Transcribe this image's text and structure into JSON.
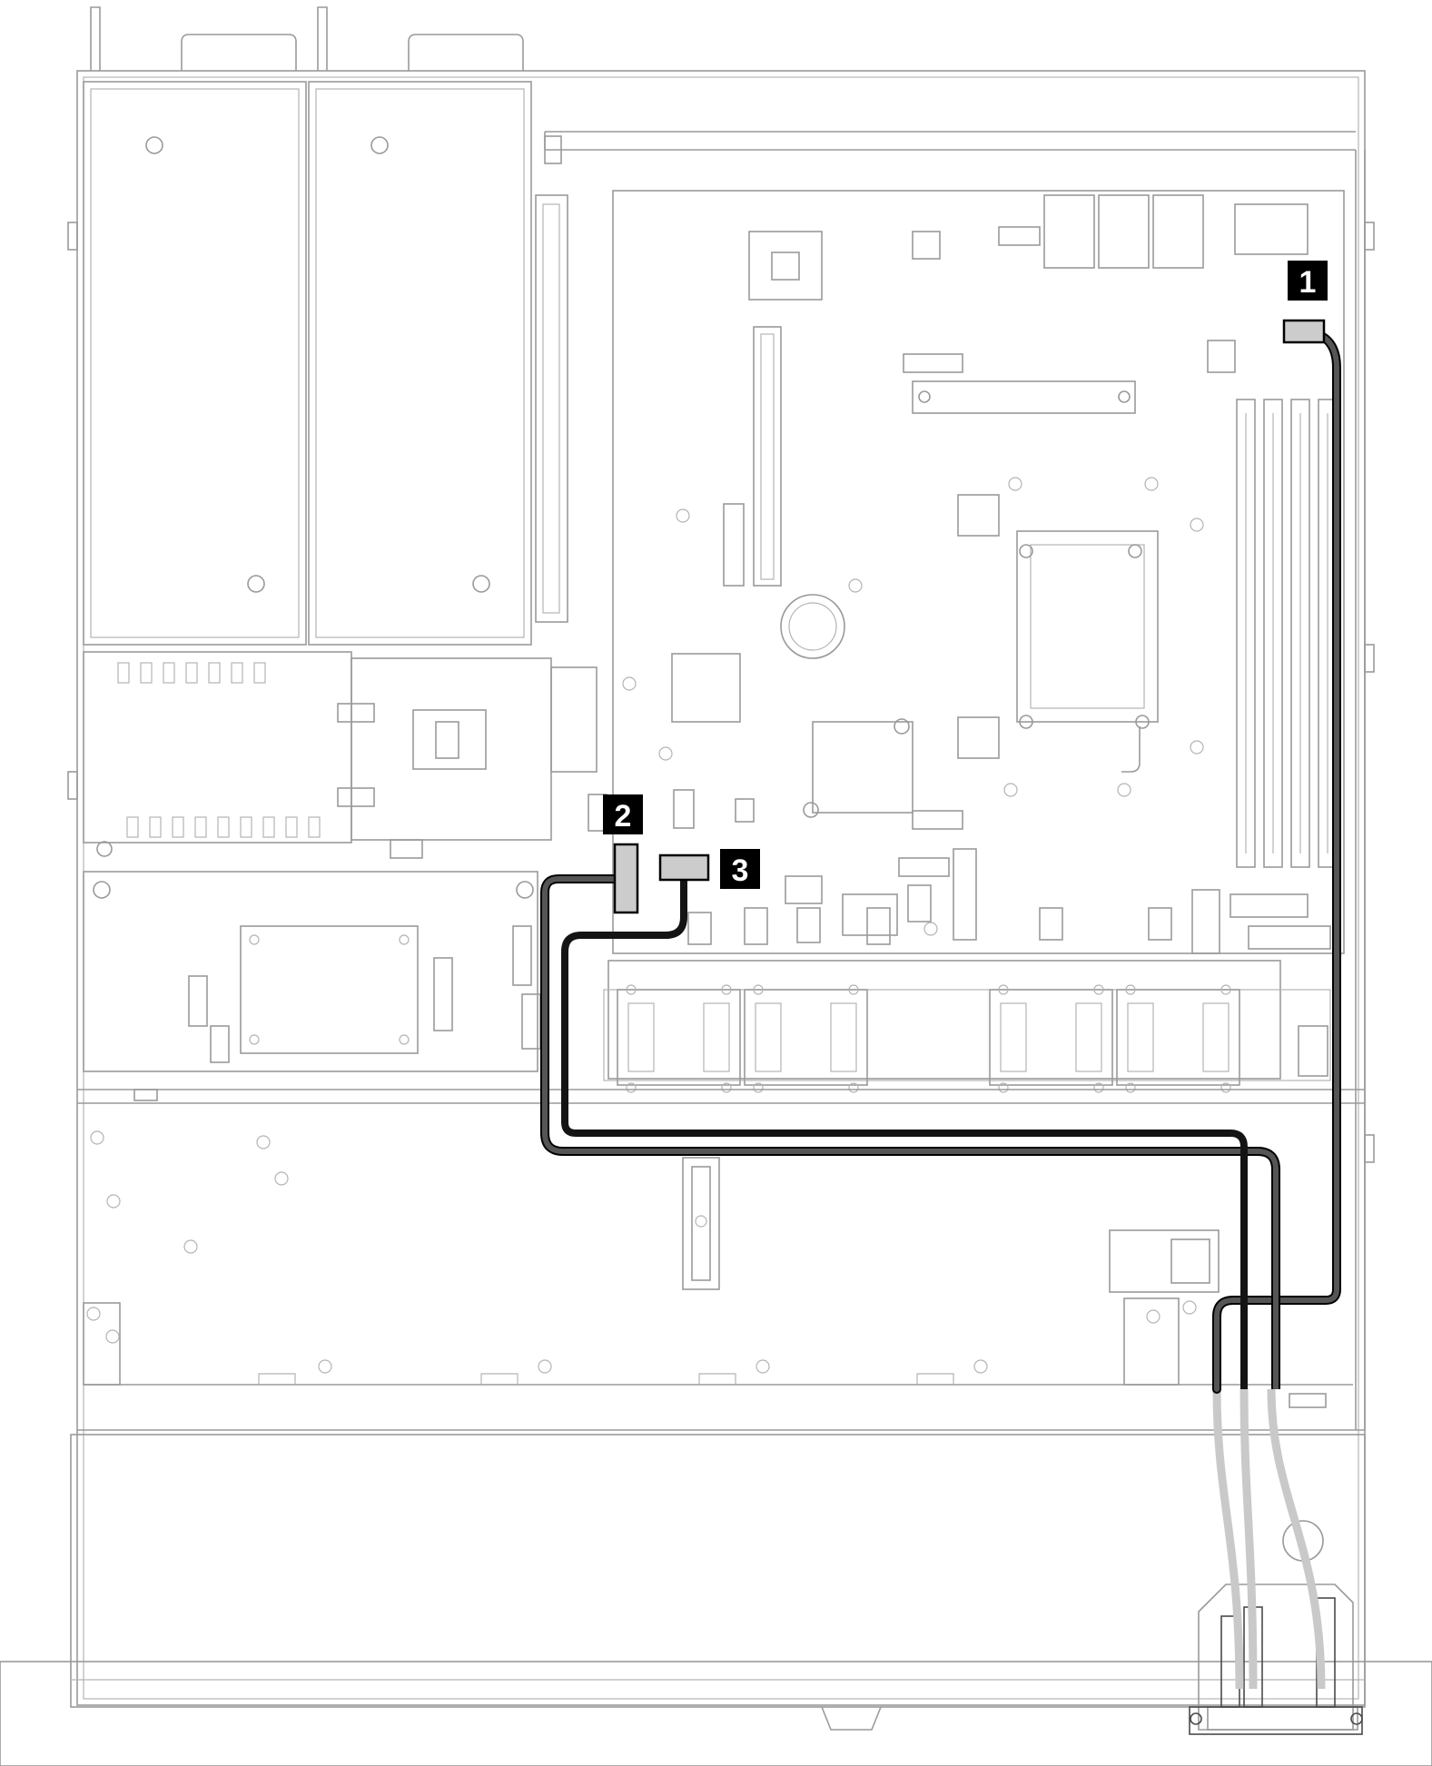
{
  "callouts": [
    {
      "id": "1",
      "label": "1"
    },
    {
      "id": "2",
      "label": "2"
    },
    {
      "id": "3",
      "label": "3"
    }
  ],
  "colors": {
    "background": "#ffffff",
    "outline": "#9a9a9a",
    "cable_black": "#141414",
    "cable_gray": "#555555",
    "connector_fill": "#cccccc",
    "callout_box": "#000000",
    "callout_text": "#ffffff"
  }
}
